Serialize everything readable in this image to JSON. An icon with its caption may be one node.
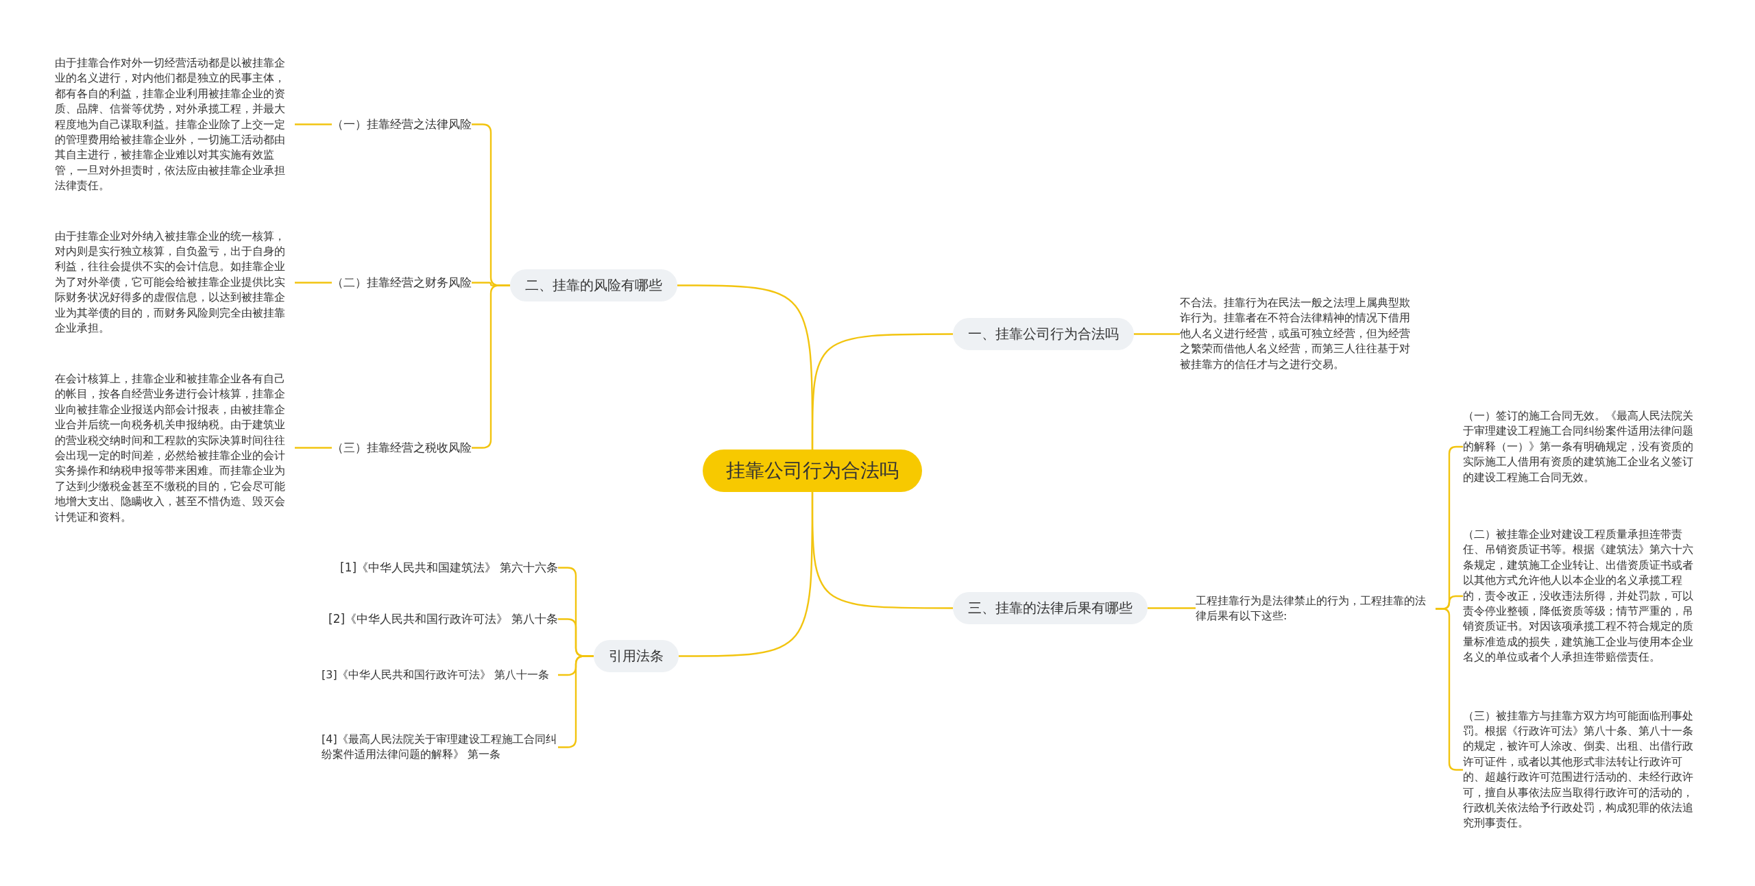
{
  "diagram": {
    "nodes": [
      {
        "text": [
          "挂靠公司行为合法吗"
        ]
      },
      {
        "text": [
          "二、挂靠的风险有哪些"
        ]
      },
      {
        "text": [
          "（一）挂靠经营之法律风险"
        ]
      },
      {
        "text": [
          "由于挂靠合作对外一切经营活动都是以被挂靠企业的名义进行，对内他们都是独立的民事主体，都有各自的利益，挂靠企业利用被挂靠企业的资质、品牌、信誉等优势，对外承揽工程，并最大程度地为自己谋取利益。挂靠企业除了上交一定的管理费用给被挂靠企业外，一切施工活动都由其自主进行，被挂靠企业难以对其实施有效监管，一旦对外担责时，依法应由被挂靠企业承担法律责任。"
        ]
      },
      {
        "text": [
          "（二）挂靠经营之财务风险"
        ]
      },
      {
        "text": [
          "由于挂靠企业对外纳入被挂靠企业的统一核算，对内则是实行独立核算，自负盈亏，出于自身的利益，往往会提供不实的会计信息。如挂靠企业为了对外举债，它可能会给被挂靠企业提供比实际财务状况好得多的虚假信息，以达到被挂靠企业为其举债的目的，而财务风险则完全由被挂靠企业承担。"
        ]
      },
      {
        "text": [
          "（三）挂靠经营之税收风险"
        ]
      },
      {
        "text": [
          "在会计核算上，挂靠企业和被挂靠企业各有自己的帐目，按各自经营业务进行会计核算，挂靠企业向被挂靠企业报送内部会计报表，由被挂靠企业合并后统一向税务机关申报纳税。由于建筑业的营业税交纳时间和工程款的实际决算时间往往会出现一定的时间差，必然给被挂靠企业的会计实务操作和纳税申报等带来困难。而挂靠企业为了达到少缴税金甚至不缴税的目的，它会尽可能地增大支出、隐瞒收入，甚至不惜伪造、毁灭会计凭证和资料。"
        ]
      },
      {
        "text": [
          "引用法条"
        ]
      },
      {
        "text": [
          "[1]《中华人民共和国建筑法》 第六十六条"
        ]
      },
      {
        "text": [
          "[2]《中华人民共和国行政许可法》 第八十条"
        ]
      },
      {
        "text": [
          "[3]《中华人民共和国行政许可法》 第八十一条"
        ]
      },
      {
        "text": [
          "[4]《最高人民法院关于审理建设工程施工合同纠纷案件适用法律问题的解释》 第一条"
        ]
      },
      {
        "text": [
          "一、挂靠公司行为合法吗"
        ]
      },
      {
        "text": [
          "不合法。挂靠行为在民法一般之法理上属典型欺诈行为。挂靠者在不符合法律精神的情况下借用他人名义进行经营，或虽可独立经营，但为经营之繁荣而借他人名义经营，而第三人往往基于对被挂靠方的信任才与之进行交易。"
        ]
      },
      {
        "text": [
          "三、挂靠的法律后果有哪些"
        ]
      },
      {
        "text": [
          "工程挂靠行为是法律禁止的行为，工程挂靠的法律后果有以下这些:"
        ]
      },
      {
        "text": [
          "（一）签订的施工合同无效。《最高人民法院关于审理建设工程施工合同纠纷案件适用法律问题的解释（一）》第一条有明确规定，没有资质的实际施工人借用有资质的建筑施工企业名义签订的建设工程施工合同无效。"
        ]
      },
      {
        "text": [
          "（二）被挂靠企业对建设工程质量承担连带责任、吊销资质证书等。根据《建筑法》第六十六条规定，建筑施工企业转让、出借资质证书或者以其他方式允许他人以本企业的名义承揽工程的，责令改正，没收违法所得，并处罚款，可以责令停业整顿，降低资质等级；情节严重的，吊销资质证书。对因该项承揽工程不符合规定的质量标准造成的损失，建筑施工企业与使用本企业名义的单位或者个人承担连带赔偿责任。"
        ]
      },
      {
        "text": [
          "（三）被挂靠方与挂靠方双方均可能面临刑事处罚。根据《行政许可法》第八十条、第八十一条的规定，被许可人涂改、倒卖、出租、出借行政许可证件，或者以其他形式非法转让行政许可的、超越行政许可范围进行活动的、未经行政许可，擅自从事依法应当取得行政许可的活动的，行政机关依法给予行政处罚，构成犯罪的依法追究刑事责任。"
        ]
      }
    ],
    "edges": [
      {
        "from": 0,
        "to": 1,
        "arrow": "none"
      },
      {
        "from": 1,
        "to": 2,
        "arrow": "none"
      },
      {
        "from": 2,
        "to": 3,
        "arrow": "none"
      },
      {
        "from": 1,
        "to": 4,
        "arrow": "none"
      },
      {
        "from": 4,
        "to": 5,
        "arrow": "none"
      },
      {
        "from": 1,
        "to": 6,
        "arrow": "none"
      },
      {
        "from": 6,
        "to": 7,
        "arrow": "none"
      },
      {
        "from": 0,
        "to": 8,
        "arrow": "none"
      },
      {
        "from": 8,
        "to": 9,
        "arrow": "none"
      },
      {
        "from": 8,
        "to": 10,
        "arrow": "none"
      },
      {
        "from": 8,
        "to": 11,
        "arrow": "none"
      },
      {
        "from": 8,
        "to": 12,
        "arrow": "none"
      },
      {
        "from": 0,
        "to": 13,
        "arrow": "none"
      },
      {
        "from": 13,
        "to": 14,
        "arrow": "none"
      },
      {
        "from": 0,
        "to": 15,
        "arrow": "none"
      },
      {
        "from": 15,
        "to": 16,
        "arrow": "none"
      },
      {
        "from": 16,
        "to": 17,
        "arrow": "none"
      },
      {
        "from": 16,
        "to": 18,
        "arrow": "none"
      },
      {
        "from": 16,
        "to": 19,
        "arrow": "none"
      }
    ]
  }
}
